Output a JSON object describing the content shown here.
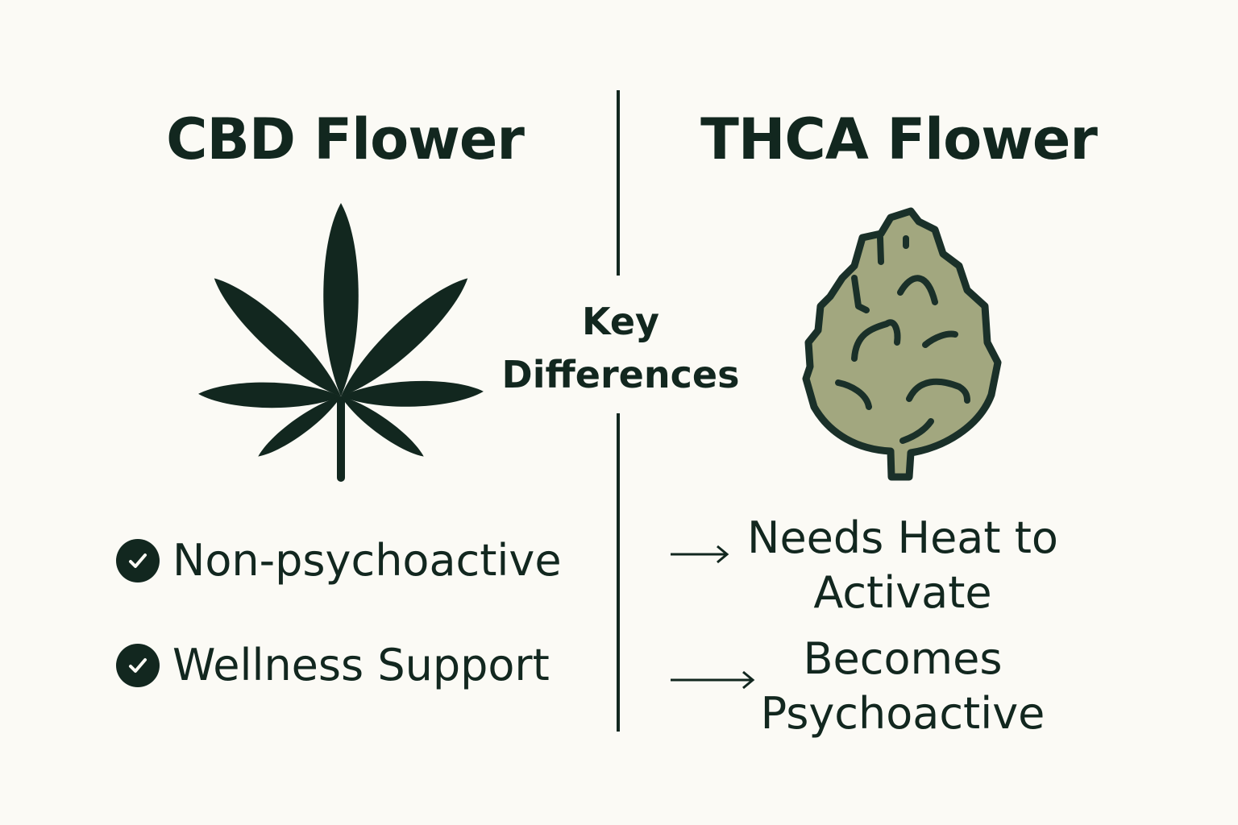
{
  "left": {
    "title": "CBD Flower",
    "icon": "cannabis-leaf-icon",
    "items": [
      {
        "icon": "check-circle-icon",
        "label": "Non-psychoactive"
      },
      {
        "icon": "check-circle-icon",
        "label": "Wellness Support"
      }
    ]
  },
  "center": {
    "line1": "Key",
    "line2": "Differences"
  },
  "right": {
    "title": "THCA Flower",
    "icon": "cannabis-bud-icon",
    "items": [
      {
        "icon": "arrow-right-icon",
        "line1": "Needs Heat to",
        "line2": "Activate"
      },
      {
        "icon": "arrow-right-icon",
        "line1": "Becomes",
        "line2": "Psychoactive"
      }
    ]
  },
  "colors": {
    "dark_green": "#12271f",
    "bud_green": "#a2a77f",
    "background": "#fbfaf5"
  }
}
